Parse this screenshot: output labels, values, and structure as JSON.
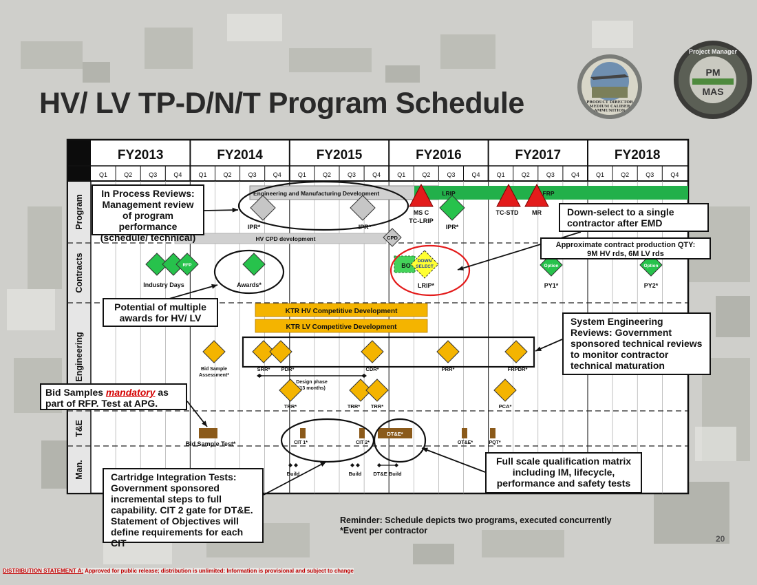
{
  "title": "HV/ LV TP-D/N/T Program Schedule",
  "seals": {
    "left": {
      "text": "PRODUCT DIRECTOR MEDIUM CALIBER AMMUNITION"
    },
    "right": {
      "top": "Project Manager",
      "badge": "PM",
      "badge2": "MAS"
    }
  },
  "years": [
    "FY2013",
    "FY2014",
    "FY2015",
    "FY2016",
    "FY2017",
    "FY2018"
  ],
  "quarters": [
    "Q1",
    "Q2",
    "Q3",
    "Q4"
  ],
  "rows": [
    "Program",
    "Contracts",
    "Engineering",
    "T&E",
    "Man."
  ],
  "bars": {
    "emd": "Engineering and Manufacturing Development",
    "lrip": "LRIP",
    "frp": "FRP",
    "cpd": "HV CPD development",
    "ktr_hv": "KTR HV Competitive Development",
    "ktr_lv": "KTR LV Competitive Development",
    "dte": "DT&E*"
  },
  "milestones": {
    "msc_line1": "MS C",
    "msc_line2": "TC-LRIP",
    "tcstd": "TC-STD",
    "mr": "MR",
    "ipr1": "IPR*",
    "ipr2": "IPR*",
    "ipr3": "IPR*",
    "cpd": "CPD",
    "rfp": "RFP",
    "industry_days": "Industry Days",
    "awards": "Awards*",
    "bo": "BO",
    "down_select": "DOWN SELECT",
    "lrip_label": "LRIP*",
    "option1": "Option",
    "option2": "Option",
    "py1": "PY1*",
    "py2": "PY2*",
    "bid_assess_l1": "Bid Sample",
    "bid_assess_l2": "Assessment*",
    "srr": "SRR*",
    "pdr": "PDR*",
    "cdr": "CDR*",
    "prr": "PRR*",
    "frpdr": "FRPDR*",
    "design_l1": "Design phase",
    "design_l2": "(13 months)",
    "trr1": "TRR*",
    "trr2": "TRR*",
    "trr3": "TRR*",
    "pca": "PCA*",
    "bid_test": "Bid Sample Test*",
    "cit1": "CIT 1*",
    "cit2": "CIT 2*",
    "ote": "OT&E*",
    "pqt": "PQT*",
    "build1": "Build",
    "build2": "Build",
    "build3": "DT&E Build"
  },
  "callouts": {
    "ipr": "In Process Reviews: Management review of program performance (schedule/ technical)",
    "downselect": "Down-select to a single contractor after EMD",
    "qty_l1": "Approximate contract production QTY:",
    "qty_l2": "9M HV rds, 6M LV rds",
    "awards": "Potential of multiple awards for HV/ LV",
    "ser": "System Engineering Reviews: Government sponsored technical reviews to monitor contractor technical maturation",
    "bid_pre": "Bid Samples ",
    "bid_mand": "mandatory",
    "bid_post": " as part of RFP. Test at APG.",
    "fsq": "Full scale qualification matrix including IM, lifecycle, performance and safety tests",
    "cit": "Cartridge Integration Tests: Government sponsored incremental steps to full capability. CIT 2 gate for DT&E. Statement of Objectives will define requirements for each CIT"
  },
  "reminder_l1": "Reminder: Schedule depicts two programs, executed concurrently",
  "reminder_l2": "*Event per contractor",
  "page_number": "20",
  "distribution_label": "DISTRIBUTION STATEMENT A:",
  "distribution_text": " Approved for public release; distribution is unlimited: Information is provisional and subject to change",
  "colors": {
    "green": "#27c24c",
    "gray": "#d0d0d0",
    "red": "#e31b1b",
    "orange": "#f4b400",
    "brown": "#8b5a1a",
    "yellow": "#ffff33"
  }
}
